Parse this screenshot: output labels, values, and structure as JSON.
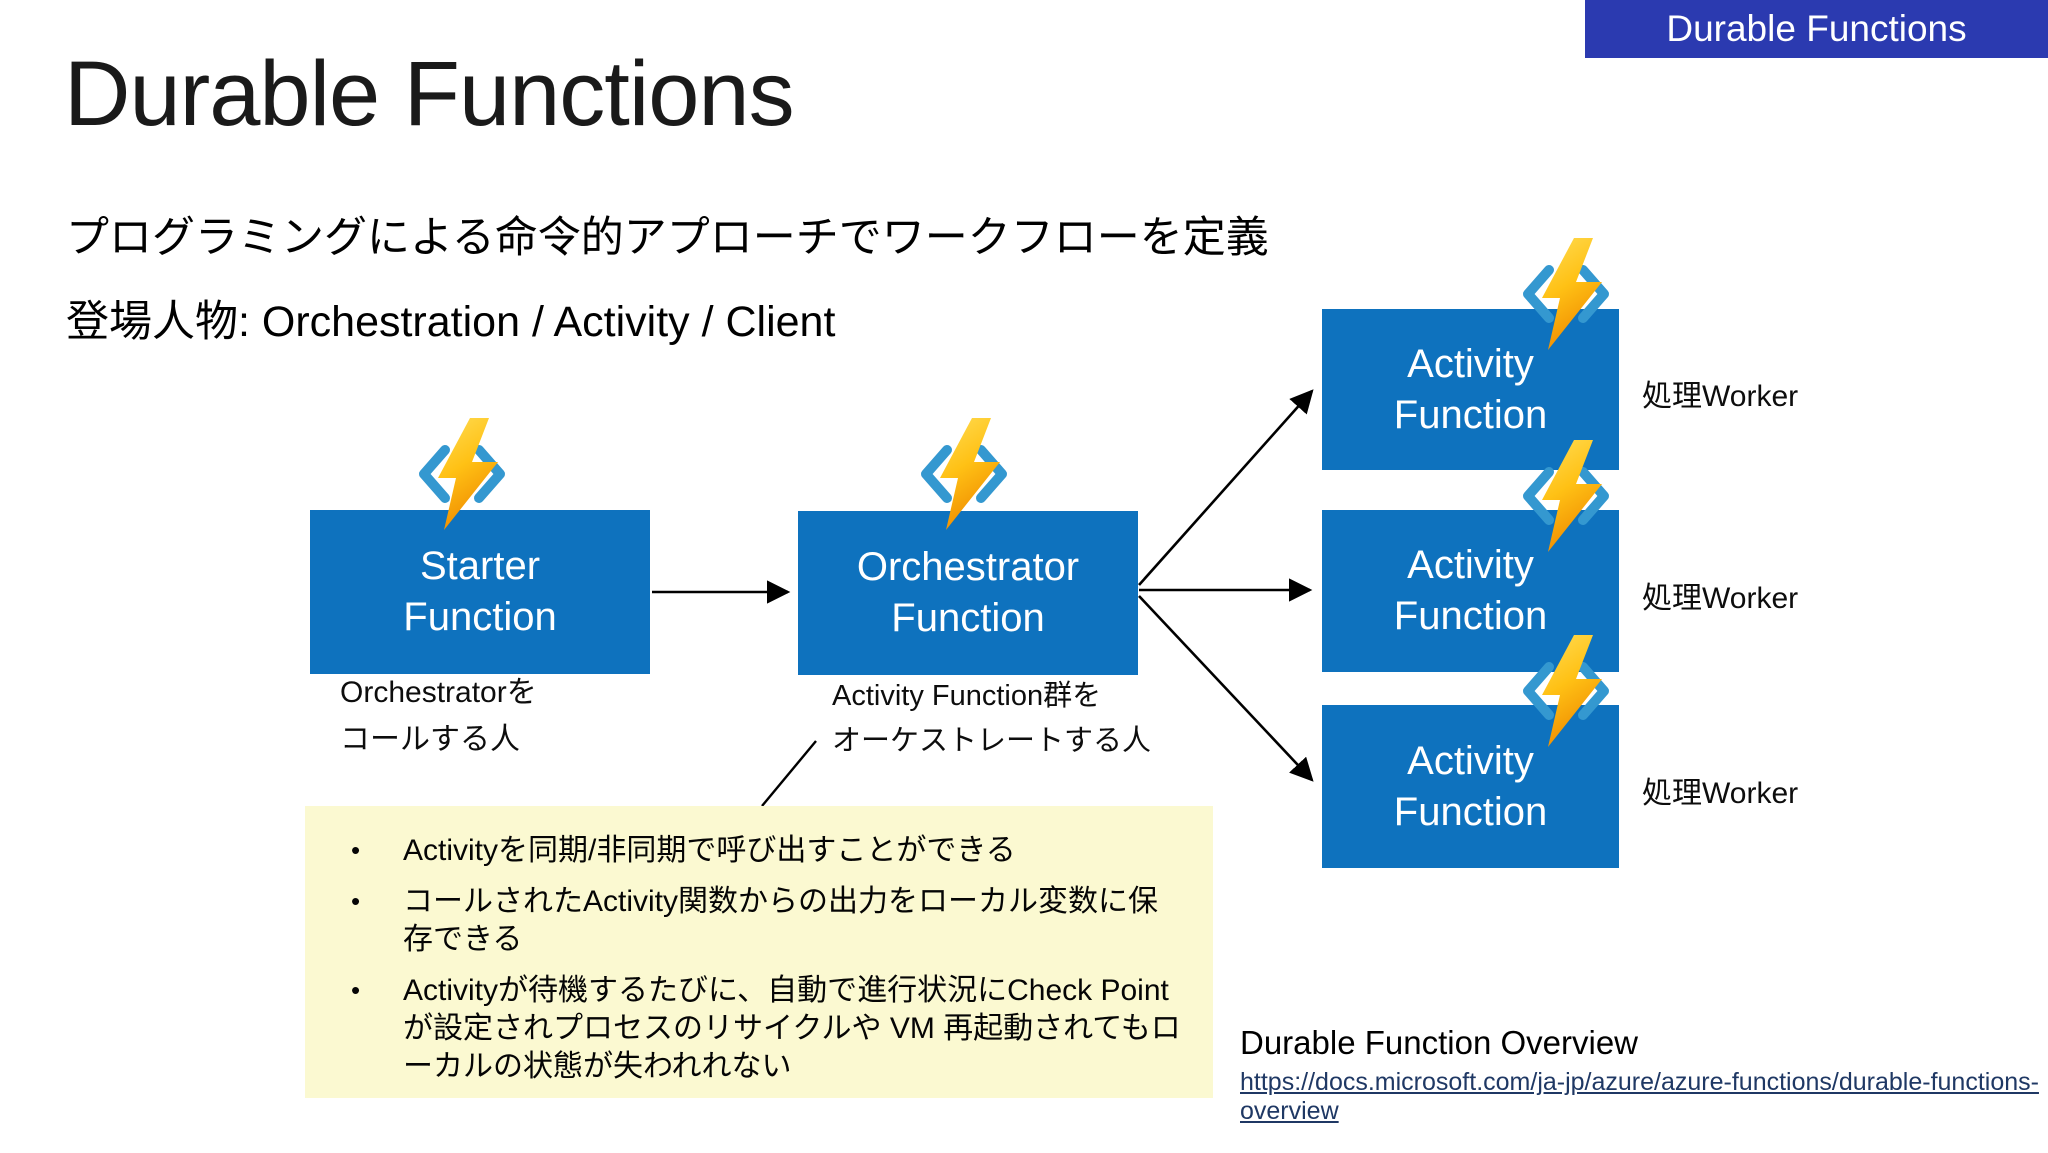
{
  "banner": {
    "label": "Durable Functions",
    "bg": "#2B3AB0"
  },
  "title": "Durable Functions",
  "subtitle_line1": "プログラミングによる命令的アプローチでワークフローを定義",
  "subtitle_line2": "登場人物: Orchestration / Activity / Client",
  "diagram": {
    "box_color": "#0E72BE",
    "starter": {
      "label": "Starter\nFunction",
      "caption": "Orchestratorを\nコールする人"
    },
    "orchestrator": {
      "label": "Orchestrator\nFunction",
      "caption": "Activity Function群を\nオーケストレートする人"
    },
    "activities": [
      {
        "label": "Activity\nFunction",
        "side_label": "処理Worker"
      },
      {
        "label": "Activity\nFunction",
        "side_label": "処理Worker"
      },
      {
        "label": "Activity\nFunction",
        "side_label": "処理Worker"
      }
    ],
    "icon": {
      "name": "azure-functions-icon",
      "bolt_top": "#FFDD55",
      "bolt_mid": "#FFC115",
      "bolt_bottom": "#F08C00",
      "bracket_color": "#3498D0"
    }
  },
  "notes": {
    "bg": "#FBF9D1",
    "bullets": [
      "Activityを同期/非同期で呼び出すことができる",
      "コールされたActivity関数からの出力をローカル変数に保存できる",
      "Activityが待機するたびに、自動で進行状況にCheck Pointが設定されプロセスのリサイクルや VM 再起動されてもローカルの状態が失われれない"
    ]
  },
  "footer": {
    "caption": "Durable Function Overview",
    "link": "https://docs.microsoft.com/ja-jp/azure/azure-functions/durable-functions-overview",
    "link_color": "#1F3864"
  }
}
